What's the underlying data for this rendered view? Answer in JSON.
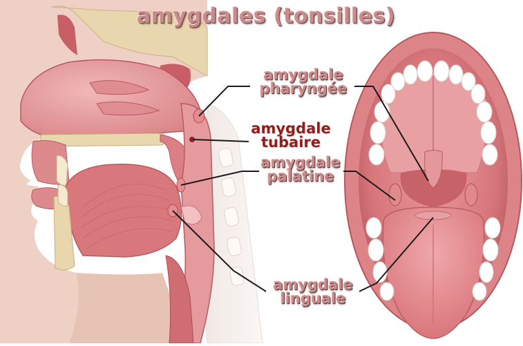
{
  "title": "amygdales (tonsilles)",
  "labels": {
    "pharyngee": {
      "line1": "amygdale",
      "line2": "pharyngée"
    },
    "tubaire": {
      "line1": "amygdale",
      "line2": "tubaire"
    },
    "palatine": {
      "line1": "amygdale",
      "line2": "palatine"
    },
    "linguale": {
      "line1": "amygdale",
      "line2": "linguale"
    }
  },
  "colors": {
    "tissue": "#d9777a",
    "tissue_light": "#f0b3b4",
    "bone": "#e6d3ac",
    "skin": "#efc9bf",
    "teeth": "#ffffff",
    "label_text": "#c98c8c",
    "label_text_dark": "#8e1f1f"
  }
}
